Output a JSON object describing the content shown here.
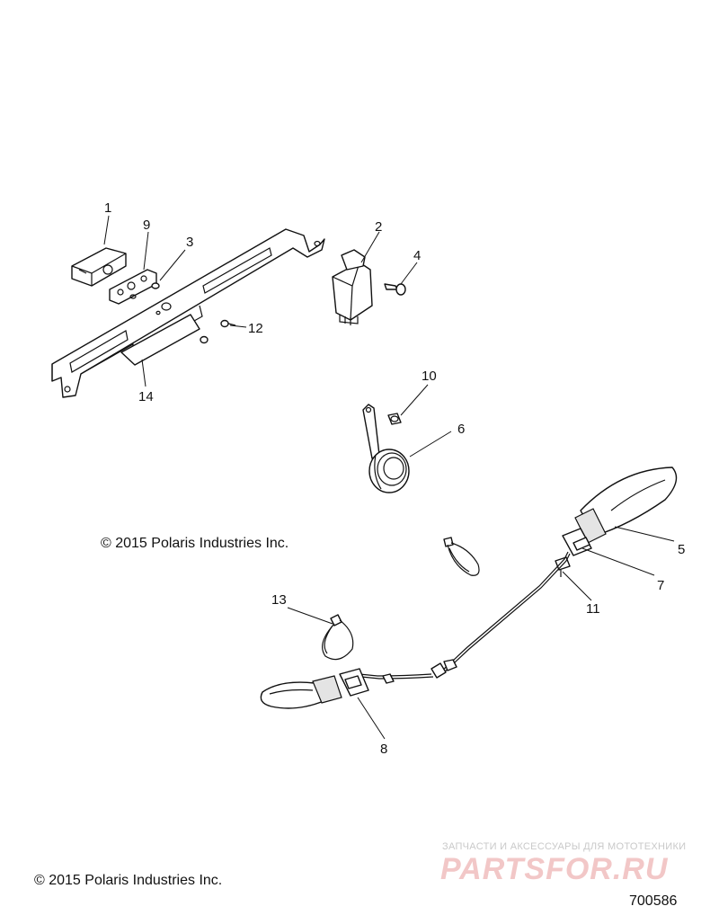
{
  "copyright_inner": "© 2015 Polaris Industries Inc.",
  "copyright_outer": "© 2015 Polaris Industries Inc.",
  "document_number": "700586",
  "watermark": {
    "tagline": "ЗАПЧАСТИ И АКСЕССУАРЫ ДЛЯ МОТОТЕХНИКИ",
    "logo": "PARTSFOR.RU"
  },
  "callouts": {
    "c1": "1",
    "c2": "2",
    "c3": "3",
    "c4": "4",
    "c5": "5",
    "c6": "6",
    "c7": "7",
    "c8": "8",
    "c9": "9",
    "c10": "10",
    "c11": "11",
    "c12": "12",
    "c13": "13",
    "c14": "14"
  }
}
